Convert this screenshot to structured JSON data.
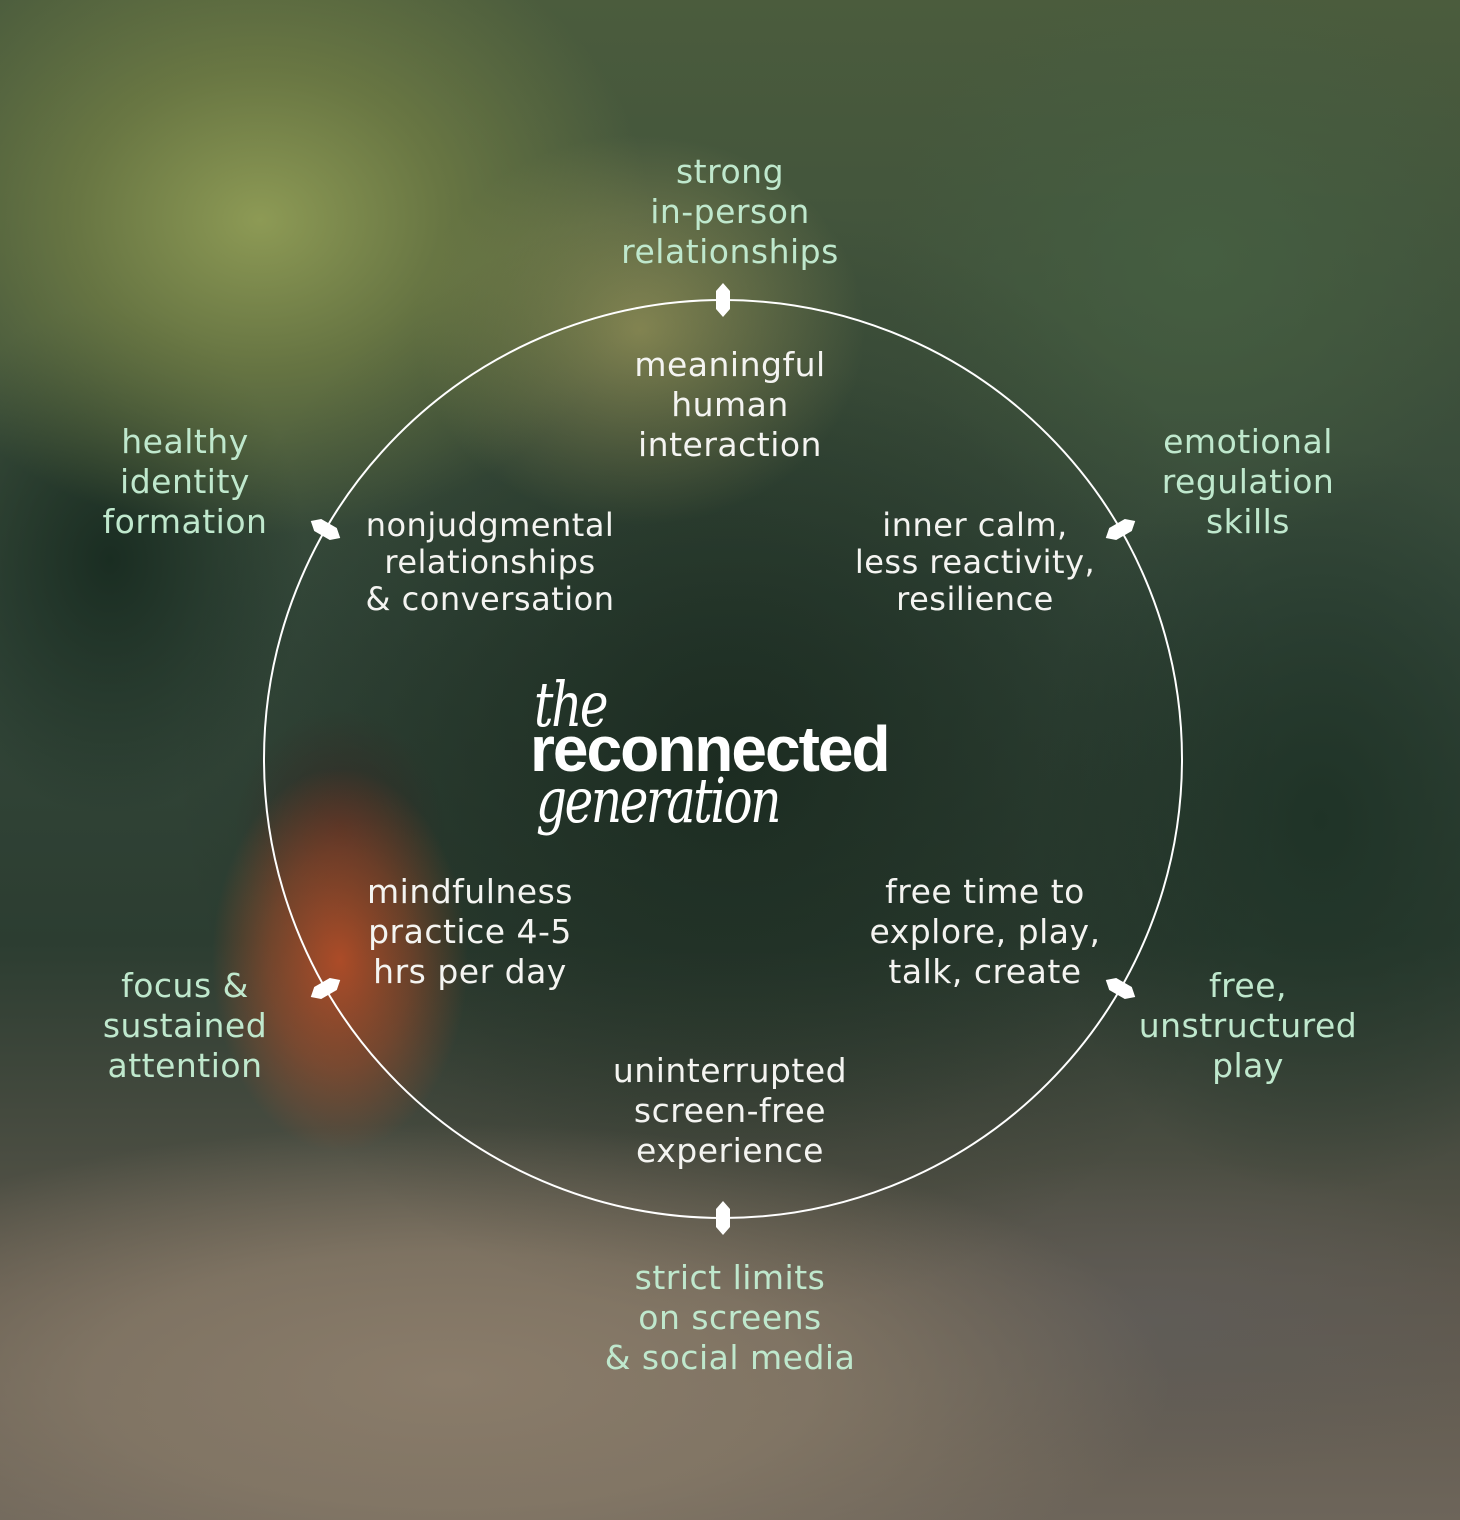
{
  "title": {
    "line1": "the",
    "line2": "reconnected",
    "line3": "generation"
  },
  "outer_labels": {
    "top": "strong\nin-person\nrelationships",
    "upper_right": "emotional\nregulation\nskills",
    "lower_right": "free,\nunstructured\nplay",
    "bottom": "strict limits\non screens\n& social media",
    "lower_left": "focus &\nsustained\nattention",
    "upper_left": "healthy\nidentity\nformation"
  },
  "inner_labels": {
    "top": "meaningful\nhuman\ninteraction",
    "upper_right": "inner calm,\nless reactivity,\nresilience",
    "lower_right": "free time to\nexplore, play,\ntalk, create",
    "bottom": "uninterrupted\nscreen-free\nexperience",
    "lower_left": "mindfulness\npractice 4-5\nhrs per day",
    "upper_left": "nonjudgmental\nrelationships\n& conversation"
  },
  "colors": {
    "outer_text": "#bfe8cd",
    "inner_text": "#f4f4f1",
    "ring": "#ffffff"
  }
}
